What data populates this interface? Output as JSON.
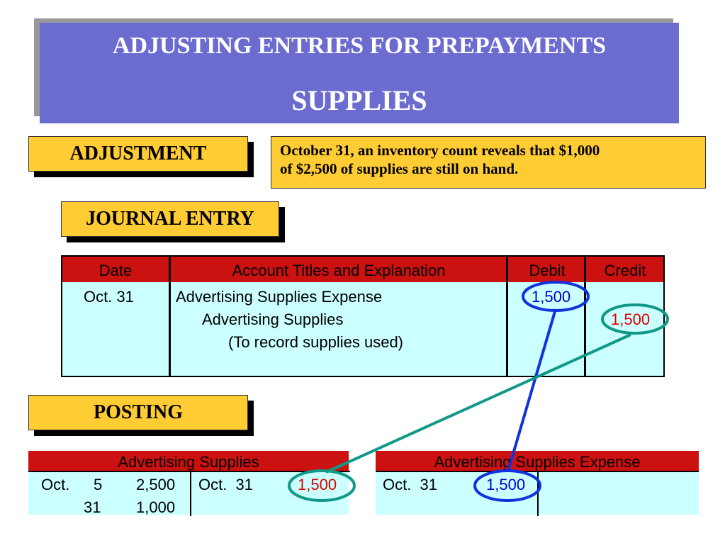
{
  "title": {
    "line1": "ADJUSTING ENTRIES FOR PREPAYMENTS",
    "line2": "SUPPLIES"
  },
  "labels": {
    "adjustment": "ADJUSTMENT",
    "journal_entry": "JOURNAL ENTRY",
    "posting": "POSTING"
  },
  "note": {
    "line1": "October 31, an inventory count reveals that $1,000",
    "line2": "of $2,500 of supplies are still on hand."
  },
  "journal": {
    "headers": {
      "date": "Date",
      "account": "Account Titles and Explanation",
      "debit": "Debit",
      "credit": "Credit"
    },
    "date": "Oct. 31",
    "debit_account": "Advertising Supplies Expense",
    "credit_account": "Advertising Supplies",
    "explanation": "(To record supplies used)",
    "debit_amount": "1,500",
    "credit_amount": "1,500"
  },
  "t_supplies": {
    "title": "Advertising Supplies",
    "row1": {
      "left_month": "Oct.",
      "left_day": "5",
      "left_amount": "2,500",
      "right_date": "Oct.  31",
      "right_amount": "1,500"
    },
    "row2": {
      "left_day": "31",
      "left_amount": "1,000"
    }
  },
  "t_expense": {
    "title": "Advertising Supplies Expense",
    "row1": {
      "left_date": "Oct.  31",
      "left_amount": "1,500"
    }
  },
  "colors": {
    "title_bg": "#6b6bd0",
    "label_bg": "#ffcc33",
    "header_red": "#cc1111",
    "table_bg": "#ccffff",
    "circle_blue": "#1133dd",
    "circle_teal": "#119988",
    "credit_red": "#dd0000"
  }
}
